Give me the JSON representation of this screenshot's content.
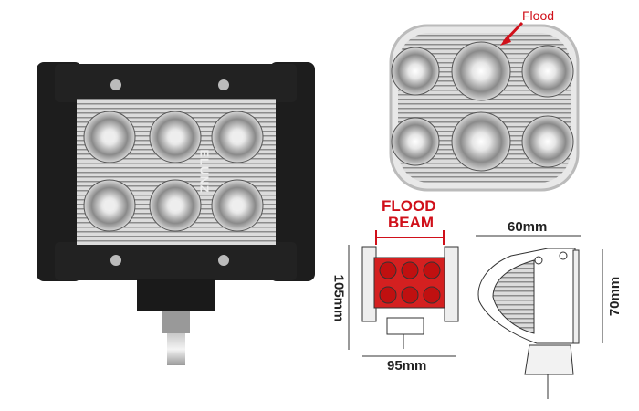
{
  "product": {
    "brand_logo": "ELUNZ",
    "callout_label": "Flood",
    "beam_label_line1": "FLOOD",
    "beam_label_line2": "BEAM",
    "dimensions": {
      "height": "105mm",
      "width": "95mm",
      "depth": "60mm",
      "side_height": "70mm"
    }
  },
  "colors": {
    "accent": "#d0101a",
    "housing": "#1c1c1c"
  }
}
